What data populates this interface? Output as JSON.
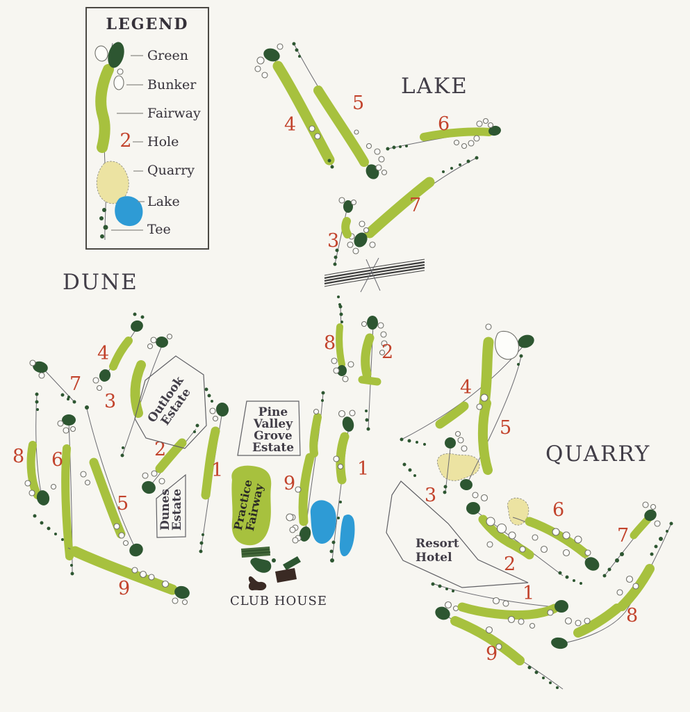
{
  "legend": {
    "title": "LEGEND",
    "hole_number_symbol": "2",
    "items": [
      "Green",
      "Bunker",
      "Fairway",
      "Hole",
      "Quarry",
      "Lake",
      "Tee"
    ]
  },
  "courses": {
    "lake": {
      "name": "LAKE",
      "holes": [
        "1",
        "2",
        "3",
        "4",
        "5",
        "6",
        "7",
        "8",
        "9"
      ]
    },
    "dune": {
      "name": "DUNE",
      "holes": [
        "1",
        "2",
        "3",
        "4",
        "5",
        "6",
        "7",
        "8",
        "9"
      ]
    },
    "quarry": {
      "name": "QUARRY",
      "holes": [
        "1",
        "2",
        "3",
        "4",
        "5",
        "6",
        "7",
        "8",
        "9"
      ]
    }
  },
  "places": {
    "outlook_estate": {
      "line1": "Outlook",
      "line2": "Estate"
    },
    "pine_valley_grove_estate": {
      "line1": "Pine",
      "line2": "Valley",
      "line3": "Grove",
      "line4": "Estate"
    },
    "dunes_estate": {
      "line1": "Dunes",
      "line2": "Estate"
    },
    "resort_hotel": {
      "line1": "Resort",
      "line2": "Hotel"
    },
    "practice_fairway": {
      "line1": "Practice",
      "line2": "Fairway"
    },
    "club_house": "CLUB HOUSE"
  },
  "colors": {
    "fairway": "#a7c13e",
    "green": "#2d5631",
    "lake": "#2e9bd5",
    "quarry": "#ece3a2",
    "hole_number": "#c2432c",
    "text": "#413d47",
    "bunker_outline": "#70706a",
    "paper": "#f7f6f1"
  }
}
